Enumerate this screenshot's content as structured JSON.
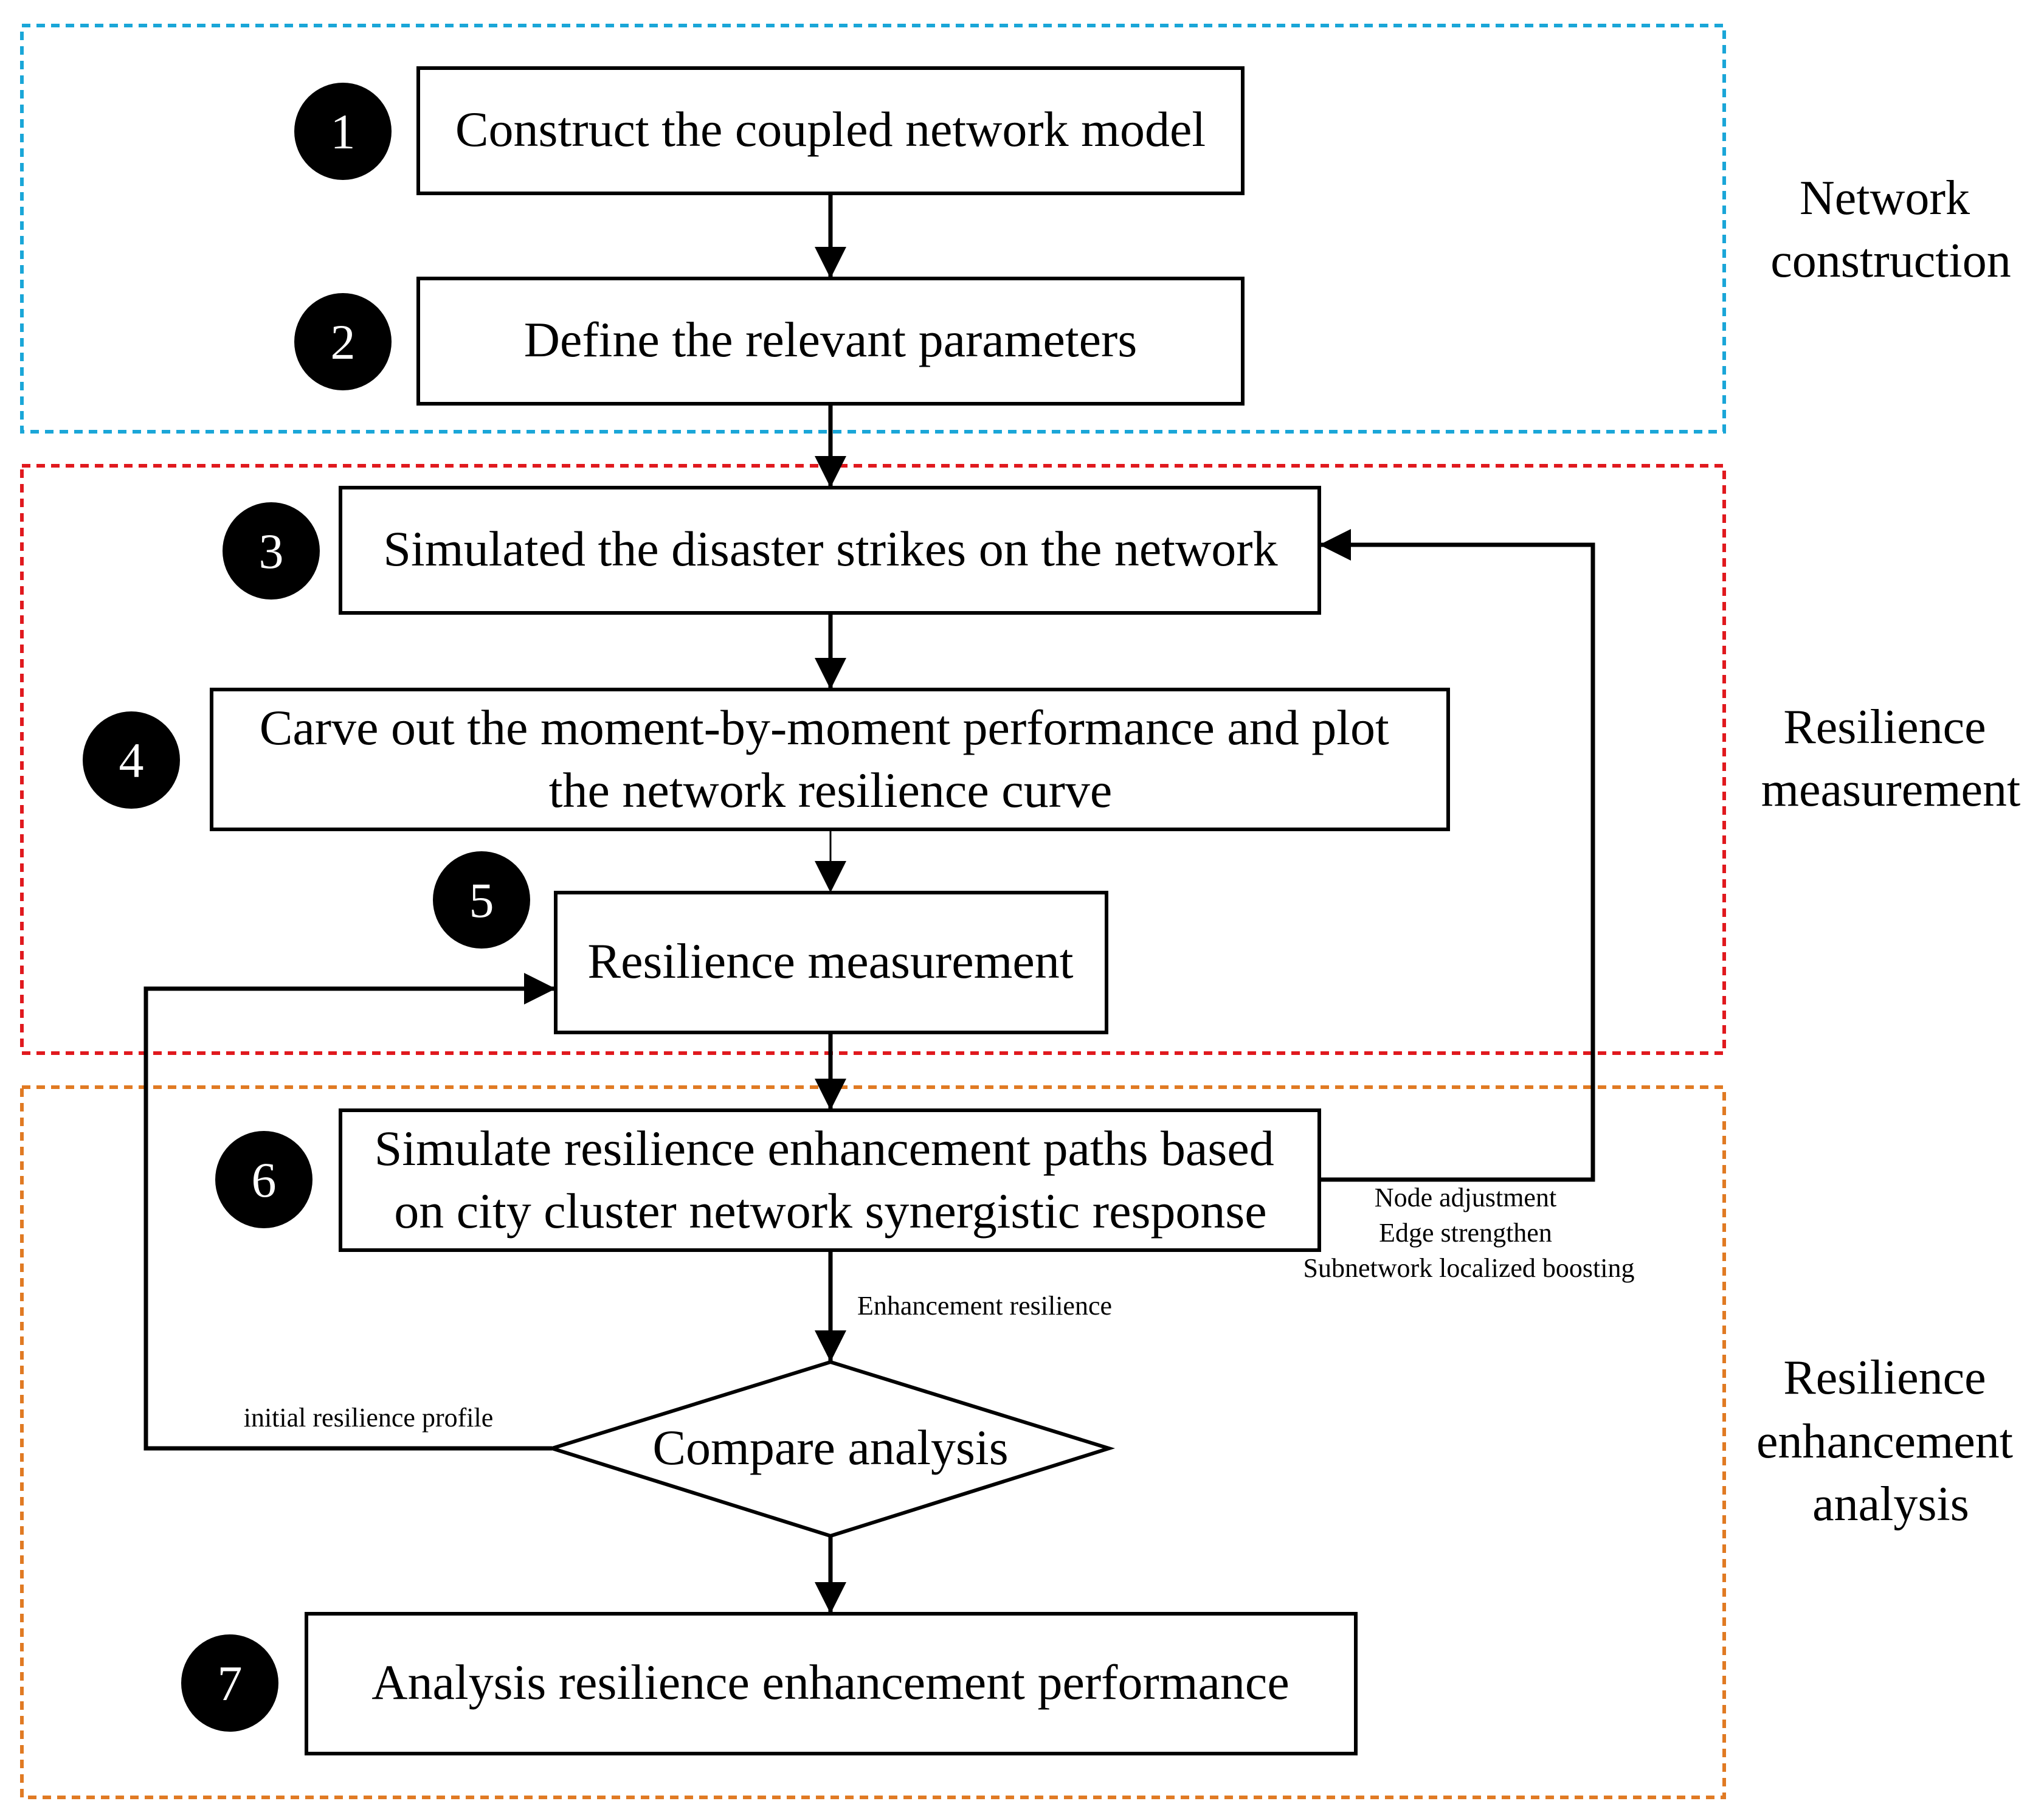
{
  "colors": {
    "network_construction": "#1aa6d8",
    "resilience_measurement": "#e0191e",
    "enhancement_analysis": "#e07a23",
    "stroke": "#000000"
  },
  "groups": {
    "network_construction": {
      "lines": [
        "Network",
        "construction"
      ]
    },
    "resilience_measurement": {
      "lines": [
        "Resilience",
        "measurement"
      ]
    },
    "enhancement_analysis": {
      "lines": [
        "Resilience",
        "enhancement",
        "analysis"
      ]
    }
  },
  "steps": [
    {
      "number": "1",
      "lines": [
        "Construct the coupled network  model"
      ]
    },
    {
      "number": "2",
      "lines": [
        "Define the relevant parameters"
      ]
    },
    {
      "number": "3",
      "lines": [
        "Simulated the disaster strikes on the network"
      ]
    },
    {
      "number": "4",
      "lines": [
        "Carve out the moment-by-moment performance and plot",
        "the network resilience curve"
      ]
    },
    {
      "number": "5",
      "lines": [
        "Resilience measurement"
      ]
    },
    {
      "number": "6",
      "lines": [
        "Simulate resilience enhancement paths based",
        "on city cluster network synergistic response"
      ]
    },
    {
      "number": "7",
      "lines": [
        "Analysis  resilience enhancement performance"
      ]
    }
  ],
  "decision": {
    "label": "Compare analysis"
  },
  "edge_labels": {
    "feedback": [
      "Node adjustment",
      "Edge strengthen",
      "Subnetwork localized boosting"
    ],
    "enhancement": "Enhancement resilience",
    "initial_profile": "initial resilience profile"
  }
}
